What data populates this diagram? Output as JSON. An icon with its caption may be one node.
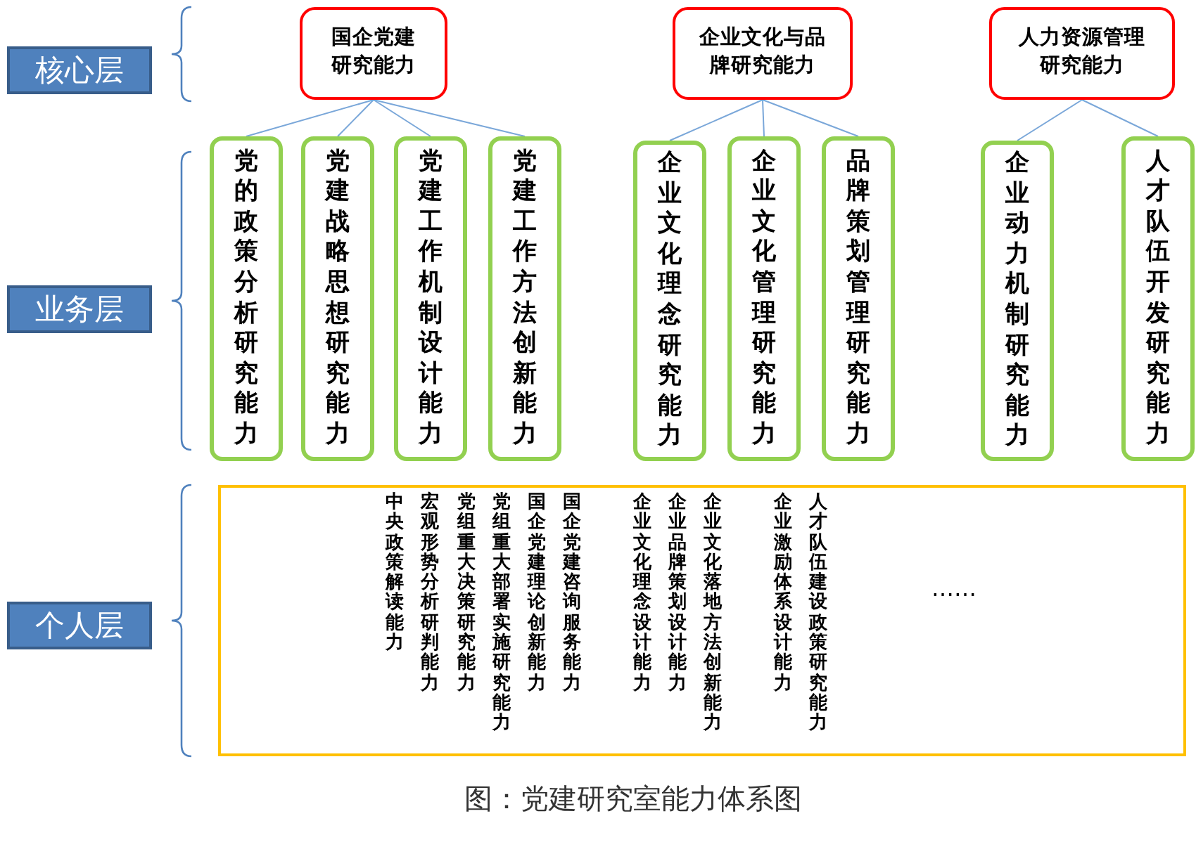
{
  "diagram": {
    "caption": "图：党建研究室能力体系图",
    "nodes": [
      {
        "text": [
          "核心层"
        ]
      },
      {
        "text": [
          "业务层"
        ]
      },
      {
        "text": [
          "个人层"
        ]
      },
      {
        "text": [
          "国企党建研究能力"
        ]
      },
      {
        "text": [
          "企业文化与品牌研究能力"
        ]
      },
      {
        "text": [
          "人力资源管理研究能力"
        ]
      },
      {
        "text": [
          "党的政策分析研究能力"
        ]
      },
      {
        "text": [
          "党建战略思想研究能力"
        ]
      },
      {
        "text": [
          "党建工作机制设计能力"
        ]
      },
      {
        "text": [
          "党建工作方法创新能力"
        ]
      },
      {
        "text": [
          "企业文化理念研究能力"
        ]
      },
      {
        "text": [
          "企业文化管理研究能力"
        ]
      },
      {
        "text": [
          "品牌策划管理研究能力"
        ]
      },
      {
        "text": [
          "企业动力机制研究能力"
        ]
      },
      {
        "text": [
          "人才队伍开发研究能力"
        ]
      },
      {
        "text": [
          "中央政策解读能力",
          "宏观形势分析研判能力",
          "党组重大决策研究能力",
          "党组重大部署实施研究能力",
          "国企党建理论创新能力",
          "国企党建咨询服务能力",
          "企业文化理念设计能力",
          "企业品牌策划设计能力",
          "企业文化落地方法创新能力",
          "企业激励体系设计能力",
          "人才队伍建设政策研究能力",
          "……"
        ]
      }
    ],
    "edges": [
      {
        "from": 3,
        "to": 6,
        "arrow": "none"
      },
      {
        "from": 3,
        "to": 7,
        "arrow": "none"
      },
      {
        "from": 3,
        "to": 8,
        "arrow": "none"
      },
      {
        "from": 3,
        "to": 9,
        "arrow": "none"
      },
      {
        "from": 4,
        "to": 10,
        "arrow": "none"
      },
      {
        "from": 4,
        "to": 11,
        "arrow": "none"
      },
      {
        "from": 4,
        "to": 12,
        "arrow": "none"
      },
      {
        "from": 5,
        "to": 13,
        "arrow": "none"
      },
      {
        "from": 5,
        "to": 14,
        "arrow": "none"
      }
    ]
  }
}
